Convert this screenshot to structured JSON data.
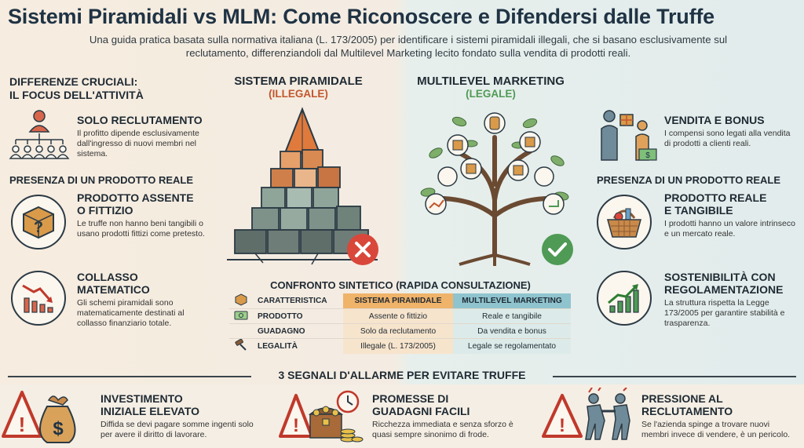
{
  "header": {
    "title": "Sistemi Piramidali vs MLM: Come Riconoscere e Difendersi dalle Truffe",
    "subtitle": "Una guida pratica basata sulla normativa italiana (L. 173/2005) per identificare i sistemi piramidali illegali, che si basano esclusivamente sul reclutamento, differenziandoli dal Multilevel Marketing lecito fondato sulla vendita di prodotti reali."
  },
  "left": {
    "heading_line1": "DIFFERENZE CRUCIALI:",
    "heading_line2": "IL FOCUS DELL'ATTIVITÀ",
    "item1": {
      "title": "SOLO RECLUTAMENTO",
      "text": "Il profitto dipende esclusivamente dall'ingresso di nuovi membri nel sistema."
    },
    "section2": "PRESENZA DI UN PRODOTTO REALE",
    "item2": {
      "title_line1": "PRODOTTO ASSENTE",
      "title_line2": "O FITTIZIO",
      "text": "Le truffe non hanno beni tangibili o usano prodotti fittizi come pretesto.",
      "icon": "?"
    },
    "item3": {
      "title_line1": "COLLASSO",
      "title_line2": "MATEMATICO",
      "text": "Gli schemi piramidali sono matematicamente destinati al collasso finanziario totale."
    }
  },
  "center": {
    "pyramid_title": "SISTEMA PIRAMIDALE",
    "pyramid_sub": "(ILLEGALE)",
    "mlm_title": "MULTILEVEL MARKETING",
    "mlm_sub": "(LEGALE)",
    "table_title": "CONFRONTO SINTETICO (RAPIDA CONSULTAZIONE)",
    "table": {
      "headers": [
        "CARATTERISTICA",
        "SISTEMA PIRAMIDALE",
        "MULTILEVEL MARKETING"
      ],
      "rows": [
        [
          "PRODOTTO",
          "Assente o fittizio",
          "Reale e tangibile"
        ],
        [
          "GUADAGNO",
          "Solo da reclutamento",
          "Da vendita e bonus"
        ],
        [
          "LEGALITÀ",
          "Illegale (L. 173/2005)",
          "Legale se regolamentato"
        ]
      ]
    }
  },
  "right": {
    "item1": {
      "title": "VENDITA E BONUS",
      "text": "I compensi sono legati alla vendita di prodotti a clienti reali."
    },
    "section2": "PRESENZA DI UN PRODOTTO REALE",
    "item2": {
      "title_line1": "PRODOTTO REALE",
      "title_line2": "E TANGIBILE",
      "text": "I prodotti hanno un valore intrinseco e un mercato reale."
    },
    "item3": {
      "title_line1": "SOSTENIBILITÀ CON",
      "title_line2": "REGOLAMENTAZIONE",
      "text": "La struttura rispetta la Legge 173/2005 per garantire stabilità e trasparenza."
    }
  },
  "alarms": {
    "heading": "3 SEGNALI D'ALLARME PER EVITARE TRUFFE",
    "items": [
      {
        "title_line1": "INVESTIMENTO",
        "title_line2": "INIZIALE ELEVATO",
        "text": "Diffida se devi pagare somme ingenti solo per avere il diritto di lavorare."
      },
      {
        "title_line1": "PROMESSE DI",
        "title_line2": "GUADAGNI FACILI",
        "text": "Ricchezza immediata e senza sforzo è quasi sempre sinonimo di frode."
      },
      {
        "title_line1": "PRESSIONE AL",
        "title_line2": "RECLUTAMENTO",
        "text": "Se l'azienda spinge a trovare nuovi membri invece di vendere, è un pericolo."
      }
    ]
  },
  "colors": {
    "illegal": "#c2562c",
    "legal": "#4f9a55",
    "navy": "#1f3344",
    "orange": "#f0b36a",
    "teal": "#8fc4cf"
  }
}
